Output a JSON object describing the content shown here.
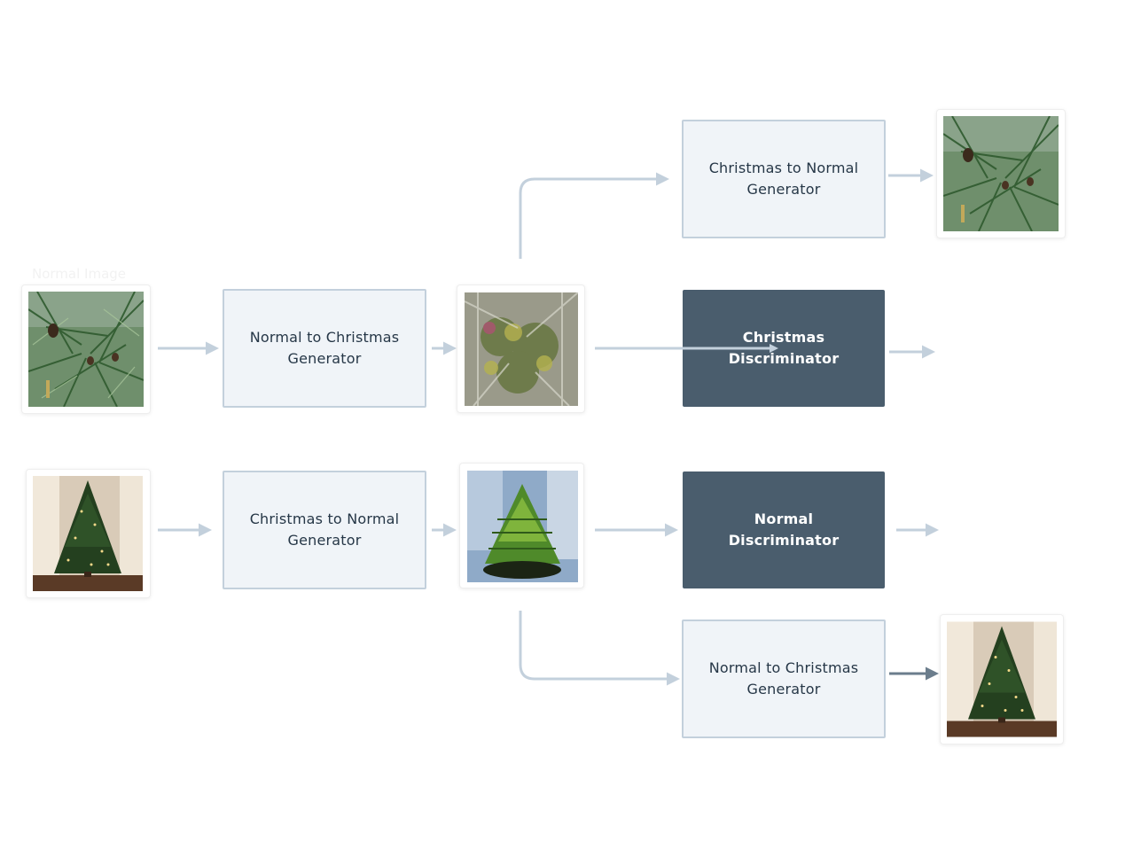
{
  "caption": "Normal Image",
  "boxes": {
    "top_christmas_to_normal": "Christmas to Normal Generator",
    "normal_to_christmas": "Normal to Christmas Generator",
    "christmas_discriminator": "Christmas Discriminator",
    "christmas_to_normal": "Christmas to Normal Generator",
    "normal_discriminator": "Normal Discriminator",
    "bottom_normal_to_christmas": "Normal to Christmas Generator"
  },
  "colors": {
    "box_fill": "#f0f4f8",
    "box_border": "#c3d0dc",
    "discriminator_fill": "#4a5d6d",
    "arrow": "#c3d0dc",
    "arrow_dark": "#6b7d8c"
  },
  "images": {
    "pine_input": "pine-branch-photo",
    "pine_fake": "stylized-pine-photo",
    "pine_reconstructed": "pine-branch-photo",
    "tree_input": "christmas-tree-photo",
    "tree_fake": "stylized-green-tree-photo",
    "tree_reconstructed": "christmas-tree-photo"
  }
}
